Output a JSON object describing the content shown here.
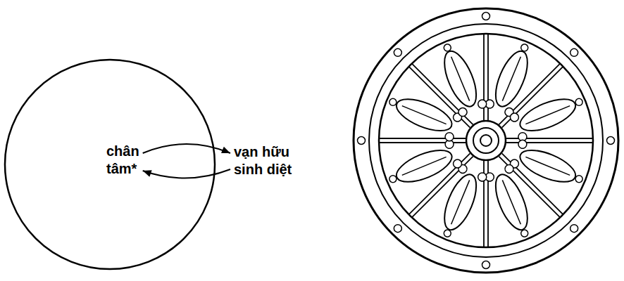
{
  "diagram": {
    "nodes": [
      {
        "text": [
          "chân tâm*"
        ]
      },
      {
        "text": [
          "vạn hữu sinh diệt"
        ]
      }
    ],
    "edges": [
      {
        "from": 0,
        "to": 1,
        "arrow": "to"
      },
      {
        "from": 1,
        "to": 0,
        "arrow": "to"
      }
    ]
  }
}
